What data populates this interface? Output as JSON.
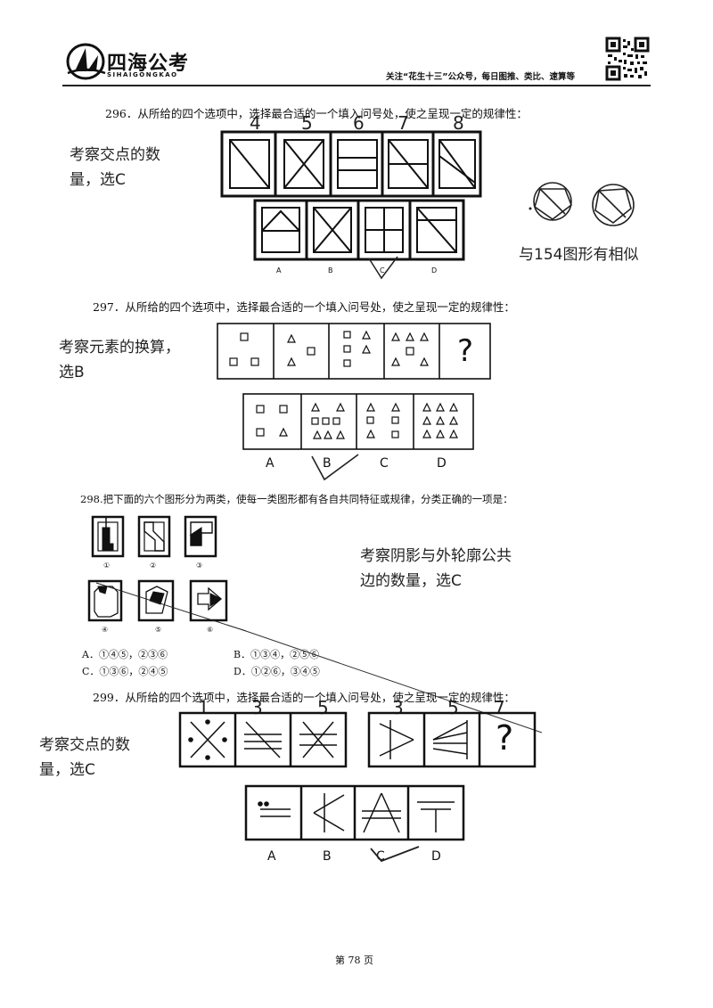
{
  "header": {
    "logo_text": "四海公考",
    "logo_sub": "SIHAIGONGKAO",
    "slogan": "关注“花生十三”公众号，每日图推、类比、速算等"
  },
  "q296": {
    "question": "296．从所给的四个选项中，选择最合适的一个填入问号处，使之呈现一定的规律性：",
    "note_line1": "考察交点的数",
    "note_line2": "量，选C",
    "side_note": "与154图形有相似",
    "counts": [
      "4",
      "5",
      "6",
      "7",
      "8"
    ],
    "options": [
      "A",
      "B",
      "C",
      "D"
    ]
  },
  "q297": {
    "question": "297．从所给的四个选项中，选择最合适的一个填入问号处，使之呈现一定的规律性：",
    "note_line1": "考察元素的换算，",
    "note_line2": "选B",
    "question_mark": "?",
    "options": [
      "A",
      "B",
      "C",
      "D"
    ]
  },
  "q298": {
    "question": "298.把下面的六个图形分为两类，使每一类图形都有各自共同特征或规律，分类正确的一项是：",
    "note_line1": "考察阴影与外轮廓公共",
    "note_line2": "边的数量，选C",
    "fig_labels": [
      "①",
      "②",
      "③",
      "④",
      "⑤",
      "⑥"
    ],
    "choices": [
      "A．①④⑤，②③⑥",
      "B．①③④，②⑤⑥",
      "C．①③⑥，②④⑤",
      "D．①②⑥，③④⑤"
    ]
  },
  "q299": {
    "question": "299．从所给的四个选项中，选择最合适的一个填入问号处，使之呈现一定的规律性：",
    "note_line1": "考察交点的数",
    "note_line2": "量，选C",
    "counts": [
      "1",
      "3",
      "5",
      "3",
      "5",
      "7"
    ],
    "question_mark": "?",
    "options": [
      "A",
      "B",
      "C",
      "D"
    ]
  },
  "footer": {
    "page": "第 78 页"
  }
}
